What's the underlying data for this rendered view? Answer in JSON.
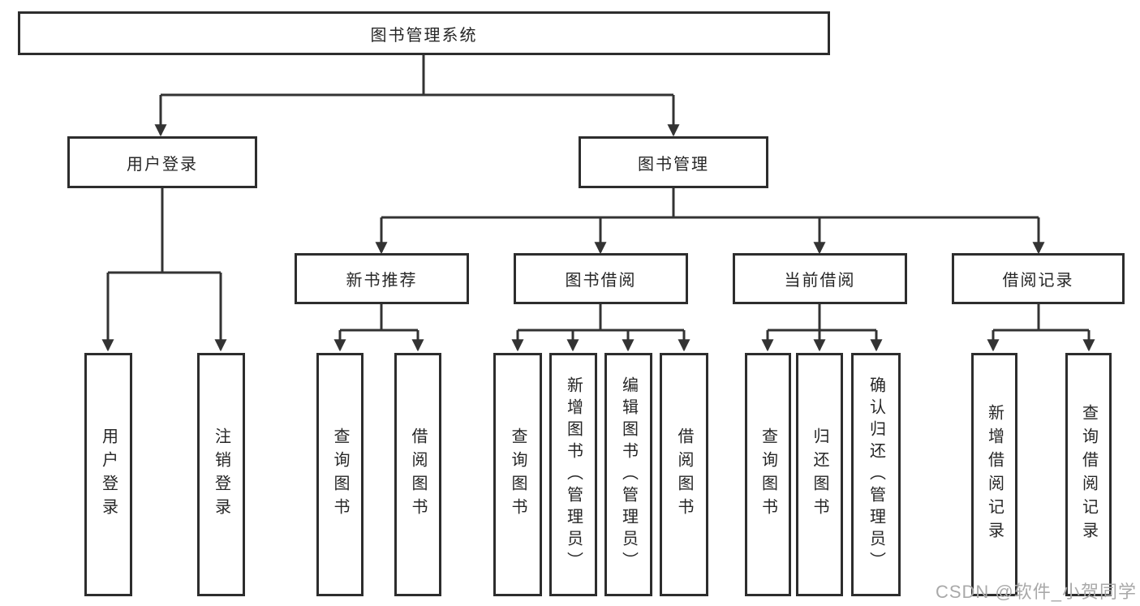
{
  "diagram": {
    "root": {
      "label": "图书管理系统"
    },
    "level2": [
      {
        "label": "用户登录"
      },
      {
        "label": "图书管理"
      }
    ],
    "level3": [
      {
        "label": "新书推荐"
      },
      {
        "label": "图书借阅"
      },
      {
        "label": "当前借阅"
      },
      {
        "label": "借阅记录"
      }
    ],
    "leaves": [
      {
        "parent": "用户登录",
        "label": "用户登录"
      },
      {
        "parent": "用户登录",
        "label": "注销登录"
      },
      {
        "parent": "新书推荐",
        "label": "查询图书"
      },
      {
        "parent": "新书推荐",
        "label": "借阅图书"
      },
      {
        "parent": "图书借阅",
        "label": "查询图书"
      },
      {
        "parent": "图书借阅",
        "label": "新增图书（管理员）"
      },
      {
        "parent": "图书借阅",
        "label": "编辑图书（管理员）"
      },
      {
        "parent": "图书借阅",
        "label": "借阅图书"
      },
      {
        "parent": "当前借阅",
        "label": "查询图书"
      },
      {
        "parent": "当前借阅",
        "label": "归还图书"
      },
      {
        "parent": "当前借阅",
        "label": "确认归还（管理员）"
      },
      {
        "parent": "借阅记录",
        "label": "新增借阅记录"
      },
      {
        "parent": "借阅记录",
        "label": "查询借阅记录"
      }
    ],
    "colors": {
      "box_border": "#2d2d2d",
      "connector_line": "#333333",
      "text": "#262626",
      "background": "#ffffff"
    }
  },
  "watermark": {
    "text": "CSDN @软件_小贺同学",
    "color": "#a9a9a9"
  }
}
